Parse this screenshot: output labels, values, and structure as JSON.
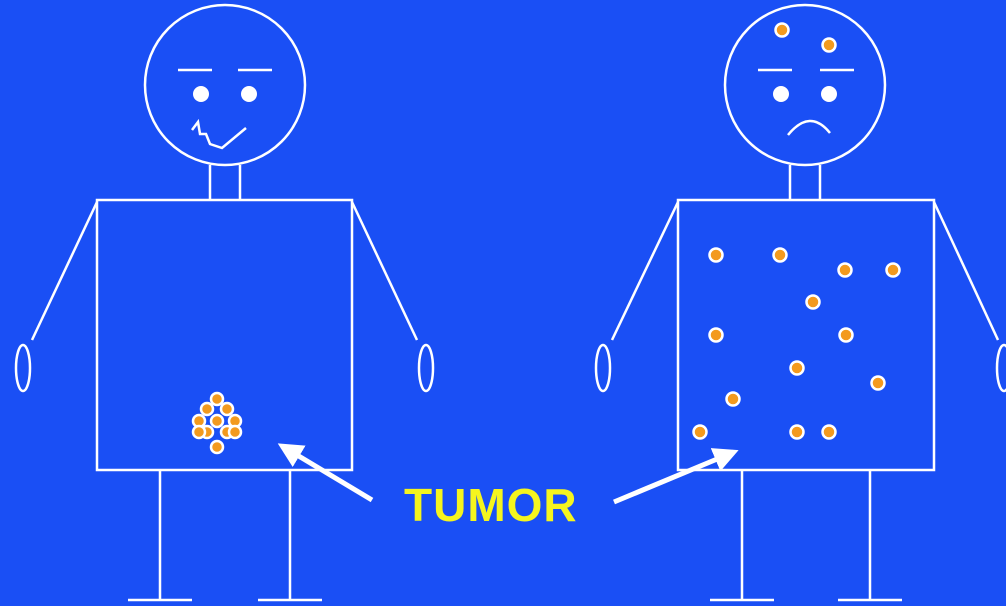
{
  "colors": {
    "background": "#1a4ff5",
    "line": "#ffffff",
    "tumor_cell": "#f39a1e",
    "label": "#f5f51e"
  },
  "figures": [
    {
      "name": "localized-tumor-figure",
      "expression": "smile",
      "tumor": "clustered"
    },
    {
      "name": "metastasized-tumor-figure",
      "expression": "frown",
      "tumor": "scattered"
    }
  ],
  "label": {
    "text": "TUMOR"
  }
}
